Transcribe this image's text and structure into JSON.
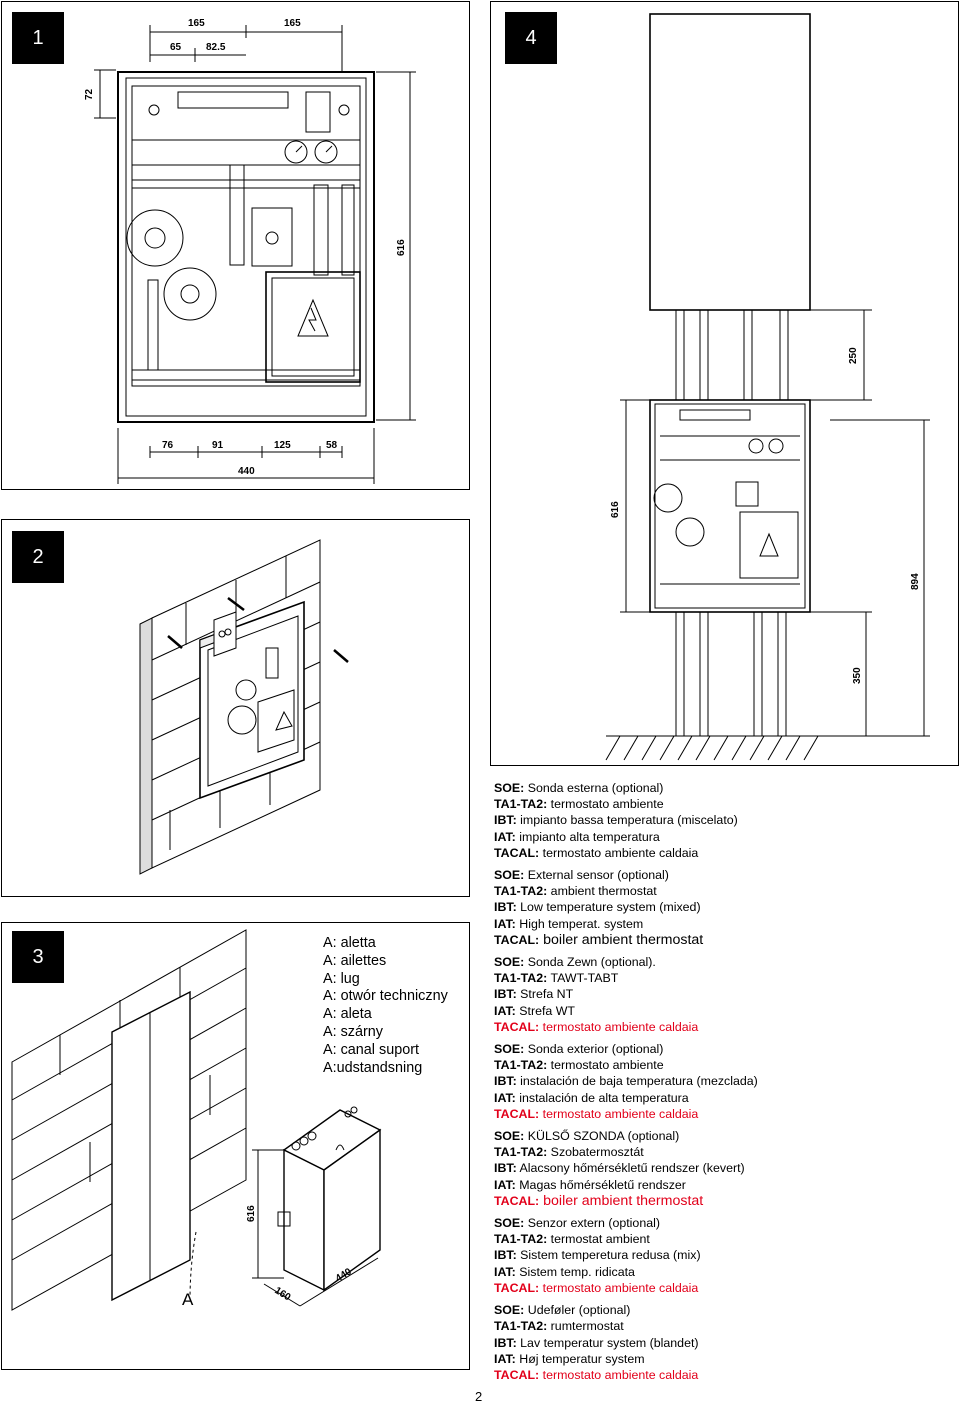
{
  "figures": {
    "fig1": {
      "badge": "1",
      "dims": {
        "top_left": "165",
        "top_right": "165",
        "sub1": "65",
        "sub2": "82.5",
        "height_top": "72",
        "height_side": "616",
        "bottom1": "76",
        "bottom2": "91",
        "bottom3": "125",
        "bottom4": "58",
        "width_total": "440"
      }
    },
    "fig2": {
      "badge": "2"
    },
    "fig3": {
      "badge": "3",
      "a_items": [
        "A: aletta",
        "A: ailettes",
        "A: lug",
        "A: otwór techniczny",
        "A: aleta",
        "A: szárny",
        "A: canal suport",
        "A:udstandsning"
      ],
      "label_a": "A",
      "dims": {
        "height": "616",
        "depth": "160",
        "width": "440"
      }
    },
    "fig4": {
      "badge": "4",
      "dims": {
        "gap": "250",
        "unit_height": "616",
        "total": "894",
        "floor": "350"
      }
    }
  },
  "legend": [
    [
      {
        "k": "SOE:",
        "v": " Sonda esterna (optional)",
        "color": "black"
      },
      {
        "k": "TA1-TA2:",
        "v": " termostato ambiente",
        "color": "black"
      },
      {
        "k": "IBT:",
        "v": " impianto bassa temperatura (miscelato)",
        "color": "black"
      },
      {
        "k": "IAT:",
        "v": " impianto alta temperatura",
        "color": "black"
      },
      {
        "k": "TACAL:",
        "v": " termostato ambiente caldaia",
        "color": "black"
      }
    ],
    [
      {
        "k": "SOE:",
        "v": " External sensor (optional)",
        "color": "black"
      },
      {
        "k": "TA1-TA2:",
        "v": " ambient thermostat",
        "color": "black"
      },
      {
        "k": "IBT:",
        "v": " Low temperature system (mixed)",
        "color": "black"
      },
      {
        "k": "IAT:",
        "v": " High temperat. system",
        "color": "black"
      },
      {
        "k": "TACAL:",
        "v": " boiler ambient thermostat",
        "color": "black",
        "big": true
      }
    ],
    [
      {
        "k": "SOE:",
        "v": " Sonda Zewn (optional).",
        "color": "black"
      },
      {
        "k": "TA1-TA2:",
        "v": " TAWT-TABT",
        "color": "black"
      },
      {
        "k": "IBT:",
        "v": " Strefa NT",
        "color": "black"
      },
      {
        "k": "IAT:",
        "v": " Strefa WT",
        "color": "black"
      },
      {
        "k": "TACAL:",
        "v": " termostato ambiente caldaia",
        "color": "red"
      }
    ],
    [
      {
        "k": "SOE:",
        "v": " Sonda exterior (optional)",
        "color": "black"
      },
      {
        "k": "TA1-TA2:",
        "v": " termostato ambiente",
        "color": "black"
      },
      {
        "k": "IBT:",
        "v": " instalación de baja temperatura (mezclada)",
        "color": "black"
      },
      {
        "k": "IAT:",
        "v": " instalación de alta temperatura",
        "color": "black"
      },
      {
        "k": "TACAL:",
        "v": " termostato ambiente caldaia",
        "color": "red"
      }
    ],
    [
      {
        "k": "SOE:",
        "v": " KÜLSŐ SZONDA (optional)",
        "color": "black"
      },
      {
        "k": "TA1-TA2:",
        "v": " Szobatermosztát",
        "color": "black"
      },
      {
        "k": "IBT:",
        "v": " Alacsony hőmérsékletű rendszer (kevert)",
        "color": "black"
      },
      {
        "k": "IAT:",
        "v": " Magas hőmérsékletű rendszer",
        "color": "black"
      },
      {
        "k": "TACAL:",
        "v": " boiler ambient thermostat",
        "color": "red",
        "big": true
      }
    ],
    [
      {
        "k": "SOE:",
        "v": " Senzor extern (optional)",
        "color": "black"
      },
      {
        "k": "TA1-TA2:",
        "v": " termostat ambient",
        "color": "black"
      },
      {
        "k": "IBT:",
        "v": " Sistem temperetura redusa (mix)",
        "color": "black"
      },
      {
        "k": "IAT:",
        "v": " Sistem temp. ridicata",
        "color": "black"
      },
      {
        "k": "TACAL:",
        "v": " termostato ambiente caldaia",
        "color": "red"
      }
    ],
    [
      {
        "k": "SOE:",
        "v": " Udeføler (optional)",
        "color": "black"
      },
      {
        "k": "TA1-TA2:",
        "v": " rumtermostat",
        "color": "black"
      },
      {
        "k": "IBT:",
        "v": " Lav temperatur system (blandet)",
        "color": "black"
      },
      {
        "k": "IAT:",
        "v": " Høj temperatur system",
        "color": "black"
      },
      {
        "k": "TACAL:",
        "v": " termostato ambiente caldaia",
        "color": "red"
      }
    ]
  ],
  "page_number": "2"
}
